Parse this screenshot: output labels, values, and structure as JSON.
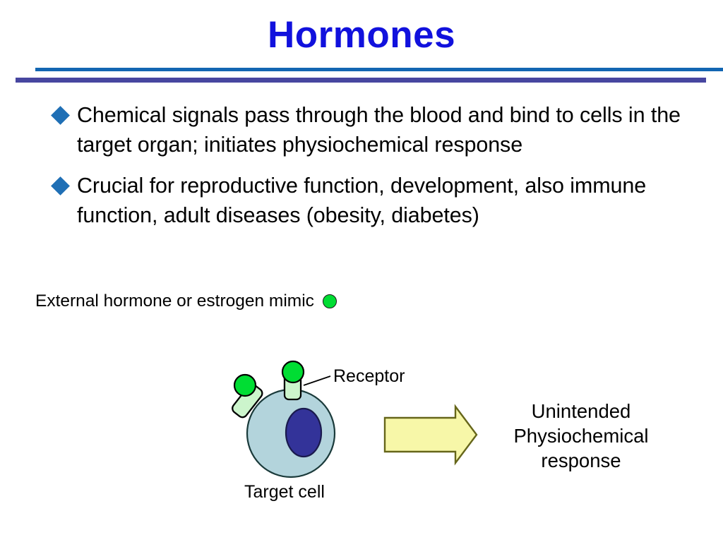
{
  "slide": {
    "title": "Hormones",
    "title_color": "#1111dd",
    "background": "#ffffff",
    "rule_blue_color": "#1266b2",
    "rule_purple_color": "#4746a0"
  },
  "bullets": [
    {
      "marker": "diamond-bullet",
      "text": "Chemical signals pass through the blood and bind to cells in the target organ; initiates physiochemical response"
    },
    {
      "marker": "diamond-bullet",
      "text": "Crucial for reproductive function, development, also immune function, adult diseases (obesity, diabetes)"
    }
  ],
  "external_caption": {
    "label": "External hormone or estrogen mimic",
    "swatch_icon": "green-circle-icon",
    "swatch_color": "#00dd33"
  },
  "diagram": {
    "receptor_label": "Receptor",
    "target_cell_label": "Target cell",
    "cell_fill": "#b3d4dc",
    "cell_stroke": "#1a3a3a",
    "nucleus_fill": "#333399",
    "nucleus_stroke": "#1a1a4d",
    "receptor_fill": "#ccf5cc",
    "receptor_stroke": "#000000",
    "ligand_fill": "#00dd33",
    "ligand_stroke": "#000000",
    "arrow_fill": "#f7f7a8",
    "arrow_stroke": "#66661a",
    "arrow_icon": "right-block-arrow-icon"
  },
  "response": {
    "line1": "Unintended",
    "line2": "Physiochemical",
    "line3": "response"
  }
}
